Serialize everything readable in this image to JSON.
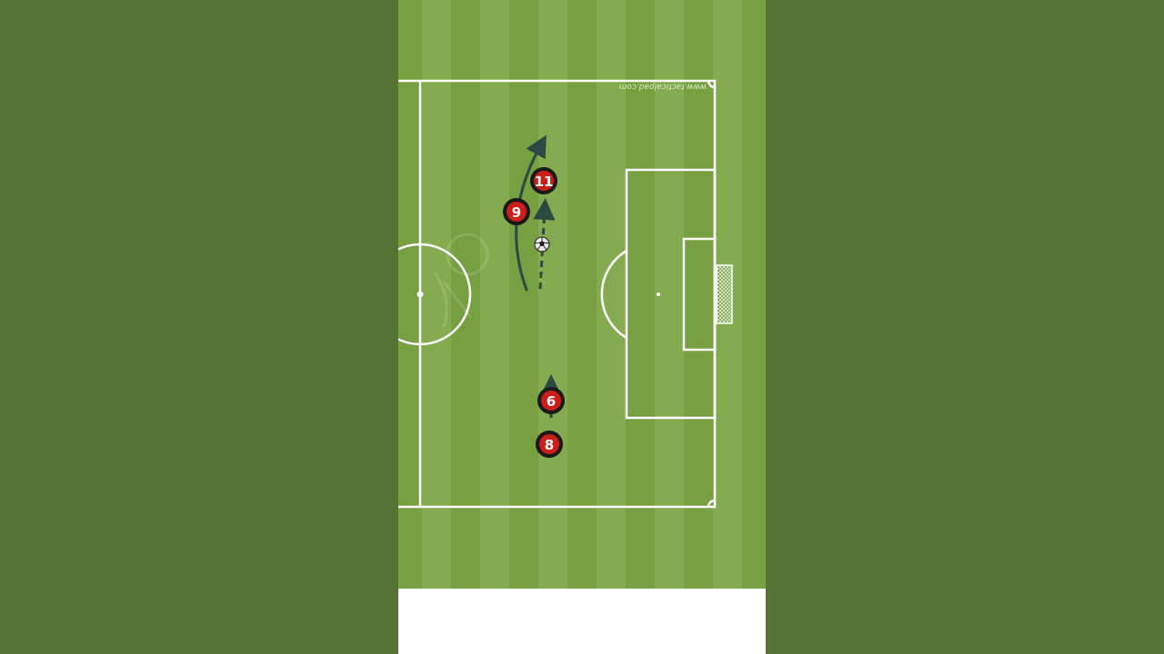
{
  "colors": {
    "background": "#557434",
    "grass_light": "#84ab4f",
    "grass_dark": "#76a041",
    "lines": "#ffffff",
    "arrow": "#2c4a44",
    "player_fill": "#cc1f1a",
    "player_text": "#ffffff",
    "bottom_bar": "#ffffff"
  },
  "watermark": "www.tacticalpad.com",
  "players": [
    {
      "number": "11",
      "label": "11"
    },
    {
      "number": "9",
      "label": "9"
    },
    {
      "number": "6",
      "label": "6"
    },
    {
      "number": "8",
      "label": "8"
    }
  ],
  "ball": {
    "icon": "soccer-ball-icon"
  },
  "arrows": [
    {
      "name": "run-arrow-9",
      "style": "solid"
    },
    {
      "name": "dribble-arrow-ball",
      "style": "dashed"
    },
    {
      "name": "run-arrow-6",
      "style": "solid"
    }
  ]
}
